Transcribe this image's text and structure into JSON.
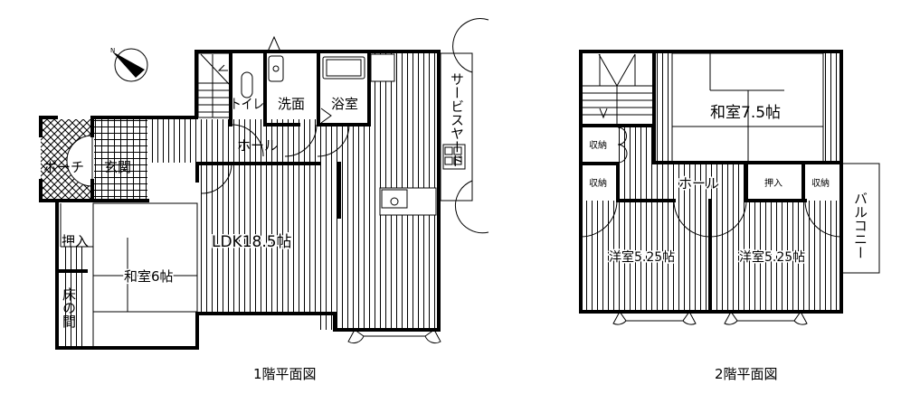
{
  "floor1": {
    "caption": "1階平面図",
    "rooms": {
      "toilet": "トイレ",
      "washroom": "洗面",
      "bathroom": "浴室",
      "hall": "ホール",
      "porch": "ポーチ",
      "entrance": "玄関",
      "closet": "押入",
      "tokonoma": "床の間",
      "japanese_room": "和室6帖",
      "ldk": "LDK18.5帖",
      "service_yard": "サービスヤード"
    }
  },
  "floor2": {
    "caption": "2階平面図",
    "rooms": {
      "japanese_room": "和室7.5帖",
      "storage_1": "収納",
      "storage_2": "収納",
      "hall": "ホール",
      "closet": "押入",
      "storage_3": "収納",
      "balcony": "バルコニー",
      "western_room_1": "洋室5.25帖",
      "western_room_2": "洋室5.25帖"
    }
  },
  "compass": {
    "icon": "north-arrow-icon",
    "label": "N"
  }
}
